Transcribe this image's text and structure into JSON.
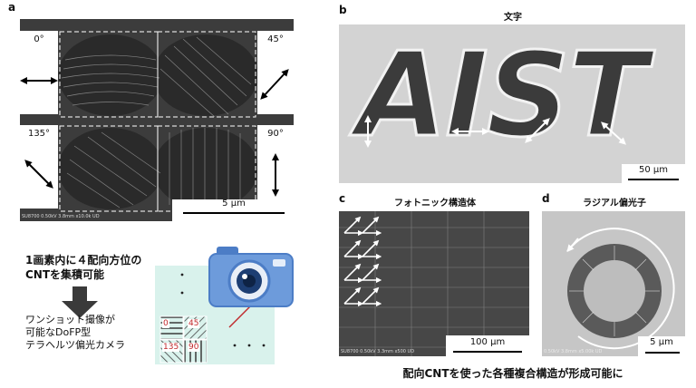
{
  "panel_labels": {
    "a": "a",
    "b": "b",
    "c": "c",
    "d": "d"
  },
  "panel_a": {
    "angles": [
      "0°",
      "45°",
      "135°",
      "90°"
    ],
    "footer": "SU8700 0.50kV 3.8mm x10.0k UD",
    "scale": "5 µm"
  },
  "panel_a_bottom": {
    "message_line1": "1画素内に４配向方位の",
    "message_line2": "CNTを集積可能",
    "desc_line1": "ワンショット撮像が",
    "desc_line2": "可能なDoFP型",
    "desc_line3": "テラヘルツ偏光カメラ",
    "pixel_labels": [
      "0",
      "45",
      "135",
      "90"
    ]
  },
  "panel_b": {
    "title": "文字",
    "letters": "AIST",
    "scale": "50 µm"
  },
  "panel_c": {
    "title": "フォトニック構造体",
    "footer": "SU8700 0.50kV 3.3mm x500 UD",
    "scale": "100 µm"
  },
  "panel_d": {
    "title": "ラジアル偏光子",
    "footer": "0.50kV 3.8mm x5.00k UD",
    "scale": "5 µm"
  },
  "caption": "配向CNTを使った各種複合構造が形成可能に"
}
